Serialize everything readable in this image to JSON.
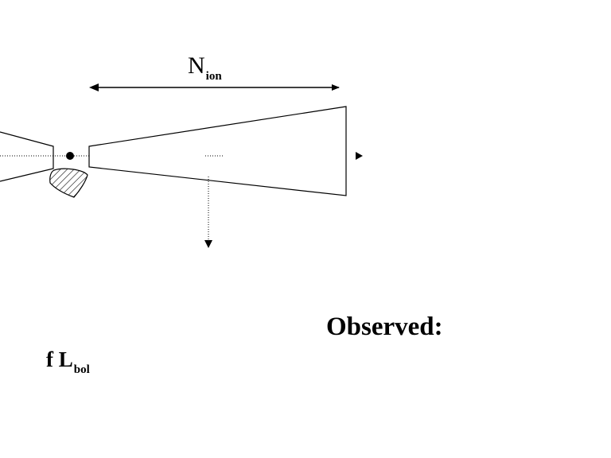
{
  "labels": {
    "n_main": "N",
    "n_sub": "ion",
    "observed": "Observed:",
    "f_main": "f L",
    "f_sub": "bol"
  },
  "colors": {
    "stroke": "#000000",
    "background": "#ffffff"
  }
}
